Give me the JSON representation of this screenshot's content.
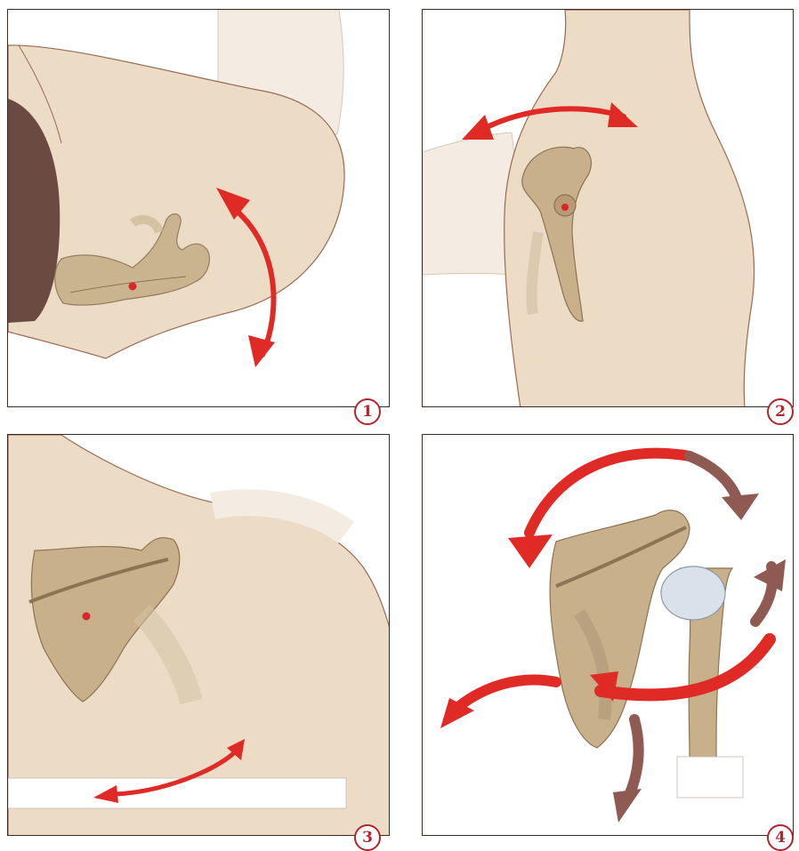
{
  "figure": {
    "panels": [
      {
        "number": "1"
      },
      {
        "number": "2"
      },
      {
        "number": "3"
      },
      {
        "number": "4"
      }
    ]
  },
  "colors": {
    "skin": "#ecdcc6",
    "skin_outline": "#9a6a52",
    "bone": "#c7b08a",
    "bone_dark": "#8c7354",
    "arrow_red": "#e02a26",
    "arrow_brown": "#8e5a52",
    "cartilage": "#d9e2ea",
    "pivot_dot": "#d8262a",
    "badge": "#b0262d"
  },
  "icons": {
    "rotation_arrows": "double-headed-curved-arrow",
    "movement_arrows": "curved-arrow",
    "pivot": "red-dot"
  }
}
